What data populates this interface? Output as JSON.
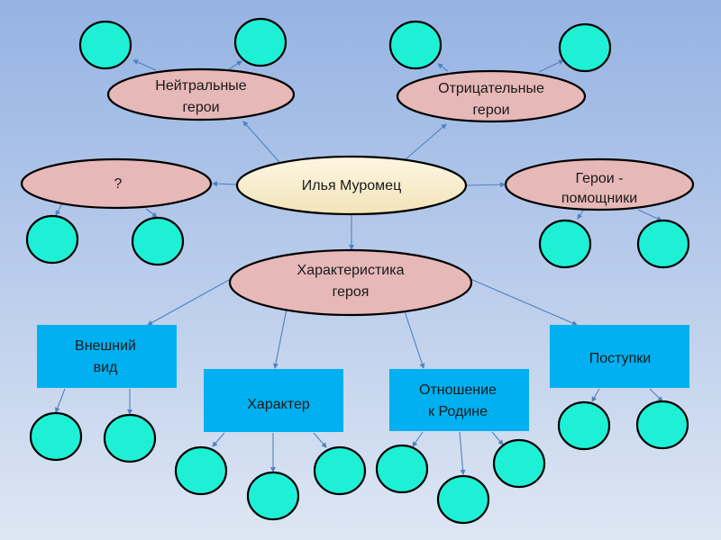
{
  "diagram": {
    "title": "Илья Муромец",
    "colors": {
      "background_top": "#95b3e3",
      "background_bottom": "#dde6f3",
      "ellipse_pink": "#e6b8b7",
      "center_ellipse": "#f8f0d0",
      "box_blue": "#00b0f0",
      "empty_circle": "#1ef0d6",
      "connector": "#4f81bd"
    },
    "center": {
      "label": "Илья Муромец"
    },
    "ellipses": [
      {
        "id": "neutral",
        "lines": [
          "Нейтральные",
          "герои"
        ],
        "children": 2
      },
      {
        "id": "negative",
        "lines": [
          "Отрицательные",
          "герои"
        ],
        "children": 2
      },
      {
        "id": "unknown",
        "lines": [
          "?"
        ],
        "children": 2
      },
      {
        "id": "helpers",
        "lines": [
          "Герои -",
          "помощники"
        ],
        "children": 2
      },
      {
        "id": "characteristic",
        "lines": [
          "Характеристика",
          "героя"
        ],
        "children": 4
      }
    ],
    "boxes": [
      {
        "id": "appearance",
        "lines": [
          "Внешний",
          "вид"
        ],
        "children": 2
      },
      {
        "id": "character",
        "lines": [
          "Характер"
        ],
        "children": 3
      },
      {
        "id": "homeland",
        "lines": [
          "Отношение",
          "к Родине"
        ],
        "children": 3
      },
      {
        "id": "deeds",
        "lines": [
          "Поступки"
        ],
        "children": 2
      }
    ]
  }
}
